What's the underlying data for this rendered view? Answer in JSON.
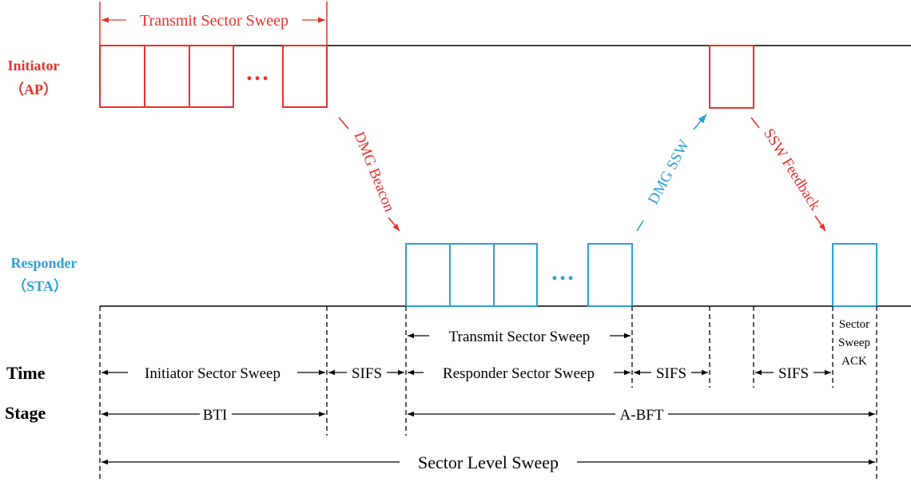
{
  "colors": {
    "initiator": "#e8302a",
    "responder": "#2aa0d8",
    "line": "#000000"
  },
  "actors": {
    "initiator_name": "Initiator",
    "initiator_role": "（AP）",
    "responder_name": "Responder",
    "responder_role": "（STA）"
  },
  "row_labels": {
    "time": "Time",
    "stage": "Stage"
  },
  "top": {
    "transmit_sector_sweep": "Transmit Sector Sweep",
    "ellipsis": "…"
  },
  "responder_frames": {
    "ellipsis": "…"
  },
  "arrows": {
    "dmg_beacon": "DMG Beacon",
    "dmg_ssw": "DMG SSW",
    "ssw_feedback": "SSW Feedback"
  },
  "spans": {
    "transmit_sector_sweep": "Transmit Sector Sweep",
    "initiator_sector_sweep": "Initiator Sector Sweep",
    "sifs_1": "SIFS",
    "responder_sector_sweep": "Responder Sector Sweep",
    "sifs_2": "SIFS",
    "sifs_3": "SIFS",
    "ack_line1": "Sector",
    "ack_line2": "Sweep",
    "ack_line3": "ACK",
    "bti": "BTI",
    "abft": "A-BFT",
    "sector_level_sweep": "Sector Level Sweep"
  }
}
